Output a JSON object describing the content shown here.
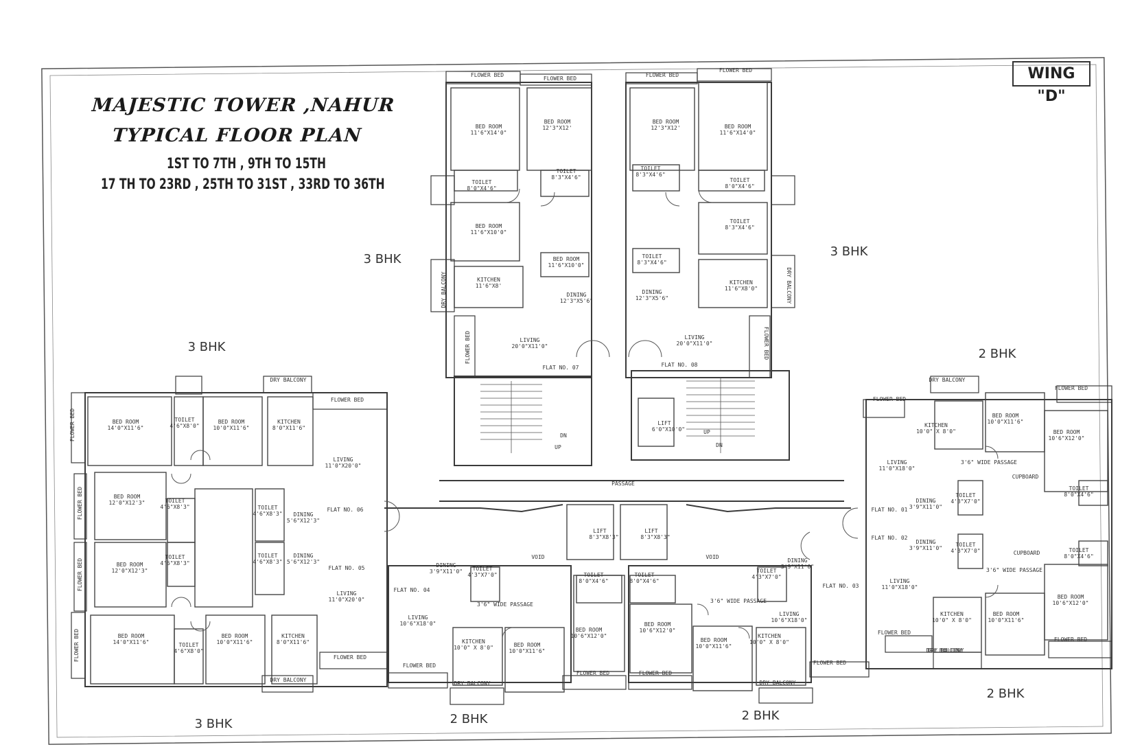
{
  "title": {
    "line1": "MAJESTIC TOWER ,NAHUR",
    "line2": "TYPICAL FLOOR PLAN",
    "floors1": "1ST TO 7TH , 9TH TO 15TH",
    "floors2": "17 TH TO 23RD , 25TH TO 31ST , 33RD TO 36TH"
  },
  "wing": "WING \"D\"",
  "bhk_labels": [
    "3 BHK",
    "3 BHK",
    "3 BHK",
    "3 BHK",
    "2 BHK",
    "2 BHK",
    "2 BHK",
    "2 BHK"
  ],
  "flats": [
    "FLAT NO. 07",
    "FLAT NO. 08",
    "FLAT NO. 06",
    "FLAT NO. 05",
    "FLAT NO. 04",
    "FLAT NO. 03",
    "FLAT NO. 01",
    "FLAT NO. 02"
  ],
  "common": {
    "passage": "PASSAGE",
    "lift1": "LIFT",
    "lift1_size": "8'3\"X8'3\"",
    "lift2": "LIFT",
    "lift2_size": "8'3\"X8'3\"",
    "lift3": "LIFT",
    "lift3_size": "6'0\"X10'0\"",
    "void": "VOID",
    "void2": "VOID"
  },
  "rooms": [
    {
      "name": "FLOWER BED",
      "size": ""
    },
    {
      "name": "FLOWER BED",
      "size": ""
    },
    {
      "name": "FLOWER BED",
      "size": ""
    },
    {
      "name": "FLOWER BED",
      "size": ""
    },
    {
      "name": "BED ROOM",
      "size": "11'6\"X14'0\""
    },
    {
      "name": "BED ROOM",
      "size": "12'3\"X12'"
    },
    {
      "name": "BED ROOM",
      "size": "12'3\"X12'"
    },
    {
      "name": "BED ROOM",
      "size": "11'6\"X14'0\""
    },
    {
      "name": "TOILET",
      "size": "8'0\"X4'6\""
    },
    {
      "name": "TOILET",
      "size": "8'3\"X4'6\""
    },
    {
      "name": "TOILET",
      "size": "8'3\"X4'6\""
    },
    {
      "name": "TOILET",
      "size": "8'0\"X4'6\""
    },
    {
      "name": "BED ROOM",
      "size": "11'6\"X10'0\""
    },
    {
      "name": "BED ROOM",
      "size": "11'6\"X10'0\""
    },
    {
      "name": "TOILET",
      "size": "8'3\"X4'6\""
    },
    {
      "name": "TOILET",
      "size": "8'3\"X4'6\""
    },
    {
      "name": "KITCHEN",
      "size": "11'6\"X8'"
    },
    {
      "name": "KITCHEN",
      "size": "11'6\"X8'0\""
    },
    {
      "name": "DINING",
      "size": "12'3\"X5'6\""
    },
    {
      "name": "DINING",
      "size": "12'3\"X5'6\""
    },
    {
      "name": "LIVING",
      "size": "20'0\"X11'0\""
    },
    {
      "name": "LIVING",
      "size": "20'0\"X11'0\""
    },
    {
      "name": "DRY BALCONY",
      "size": ""
    },
    {
      "name": "DRY BALCONY",
      "size": ""
    },
    {
      "name": "FLOWER BED",
      "size": ""
    },
    {
      "name": "FLOWER BED",
      "size": ""
    },
    {
      "name": "DRY BALCONY",
      "size": ""
    },
    {
      "name": "FLOWER BED",
      "size": ""
    },
    {
      "name": "FLOWER BED",
      "size": ""
    },
    {
      "name": "BED ROOM",
      "size": "14'0\"X11'6\""
    },
    {
      "name": "TOILET",
      "size": "4'6\"X8'0\""
    },
    {
      "name": "BED ROOM",
      "size": "10'0\"X11'6\""
    },
    {
      "name": "KITCHEN",
      "size": "8'0\"X11'6\""
    },
    {
      "name": "LIVING",
      "size": "11'0\"X20'0\""
    },
    {
      "name": "FLOWER BED",
      "size": ""
    },
    {
      "name": "BED ROOM",
      "size": "12'0\"X12'3\""
    },
    {
      "name": "TOILET",
      "size": "4'6\"X8'3\""
    },
    {
      "name": "TOILET",
      "size": "4'6\"X8'3\""
    },
    {
      "name": "DINING",
      "size": "5'6\"X12'3\""
    },
    {
      "name": "FLOWER BED",
      "size": ""
    },
    {
      "name": "BED ROOM",
      "size": "12'0\"X12'3\""
    },
    {
      "name": "TOILET",
      "size": "4'6\"X8'3\""
    },
    {
      "name": "TOILET",
      "size": "4'6\"X8'3\""
    },
    {
      "name": "DINING",
      "size": "5'6\"X12'3\""
    },
    {
      "name": "LIVING",
      "size": "11'0\"X20'0\""
    },
    {
      "name": "FLOWER BED",
      "size": ""
    },
    {
      "name": "BED ROOM",
      "size": "14'0\"X11'6\""
    },
    {
      "name": "TOILET",
      "size": "4'6\"X8'0\""
    },
    {
      "name": "BED ROOM",
      "size": "10'0\"X11'6\""
    },
    {
      "name": "KITCHEN",
      "size": "8'0\"X11'6\""
    },
    {
      "name": "FLOWER BED",
      "size": ""
    },
    {
      "name": "DRY BALCONY",
      "size": ""
    },
    {
      "name": "DINING",
      "size": "3'9\"X11'0\""
    },
    {
      "name": "TOILET",
      "size": "4'3\"X7'0\""
    },
    {
      "name": "3'6\" WIDE PASSAGE",
      "size": ""
    },
    {
      "name": "LIVING",
      "size": "10'6\"X18'0\""
    },
    {
      "name": "KITCHEN",
      "size": "10'0\" X 8'0\""
    },
    {
      "name": "BED ROOM",
      "size": "10'0\"X11'6\""
    },
    {
      "name": "BED ROOM",
      "size": "10'6\"X12'0\""
    },
    {
      "name": "TOILET",
      "size": "8'0\"X4'6\""
    },
    {
      "name": "FLOWER BED",
      "size": ""
    },
    {
      "name": "DRY BALCONY",
      "size": ""
    },
    {
      "name": "FLOWER BED",
      "size": ""
    },
    {
      "name": "TOILET",
      "size": "8'0\"X4'6\""
    },
    {
      "name": "BED ROOM",
      "size": "10'6\"X12'0\""
    },
    {
      "name": "FLOWER BED",
      "size": ""
    },
    {
      "name": "TOILET",
      "size": "4'3\"X7'0\""
    },
    {
      "name": "DINING",
      "size": "3'9\"X11'0\""
    },
    {
      "name": "3'6\" WIDE PASSAGE",
      "size": ""
    },
    {
      "name": "LIVING",
      "size": "10'6\"X18'0\""
    },
    {
      "name": "BED ROOM",
      "size": "10'0\"X11'6\""
    },
    {
      "name": "KITCHEN",
      "size": "10'0\" X 8'0\""
    },
    {
      "name": "DRY BALCONY",
      "size": ""
    },
    {
      "name": "FLOWER BED",
      "size": ""
    },
    {
      "name": "DRY BALCONY",
      "size": ""
    },
    {
      "name": "FLOWER BED",
      "size": ""
    },
    {
      "name": "FLOWER BED",
      "size": ""
    },
    {
      "name": "KITCHEN",
      "size": "10'0\" X 8'0\""
    },
    {
      "name": "BED ROOM",
      "size": "10'0\"X11'6\""
    },
    {
      "name": "BED ROOM",
      "size": "10'6\"X12'0\""
    },
    {
      "name": "LIVING",
      "size": "11'0\"X18'0\""
    },
    {
      "name": "3'6\" WIDE PASSAGE",
      "size": ""
    },
    {
      "name": "CUPBOARD",
      "size": ""
    },
    {
      "name": "TOILET",
      "size": "8'0\"X4'6\""
    },
    {
      "name": "DINING",
      "size": "3'9\"X11'0\""
    },
    {
      "name": "TOILET",
      "size": "4'3\"X7'0\""
    },
    {
      "name": "DINING",
      "size": "3'9\"X11'0\""
    },
    {
      "name": "TOILET",
      "size": "4'3\"X7'0\""
    },
    {
      "name": "CUPBOARD",
      "size": ""
    },
    {
      "name": "TOILET",
      "size": "8'0\"X4'6\""
    },
    {
      "name": "3'6\" WIDE PASSAGE",
      "size": ""
    },
    {
      "name": "LIVING",
      "size": "11'0\"X18'0\""
    },
    {
      "name": "BED ROOM",
      "size": "10'6\"X12'0\""
    },
    {
      "name": "KITCHEN",
      "size": "10'0\" X 8'0\""
    },
    {
      "name": "BED ROOM",
      "size": "10'0\"X11'6\""
    },
    {
      "name": "FLOWER BED",
      "size": ""
    },
    {
      "name": "DRY BALCONY",
      "size": ""
    },
    {
      "name": "FLOWER BED",
      "size": ""
    },
    {
      "name": "DRY BALCONY",
      "size": ""
    }
  ],
  "stairs": {
    "up1": "UP",
    "dn1": "DN",
    "up2": "UP",
    "dn2": "DN"
  }
}
